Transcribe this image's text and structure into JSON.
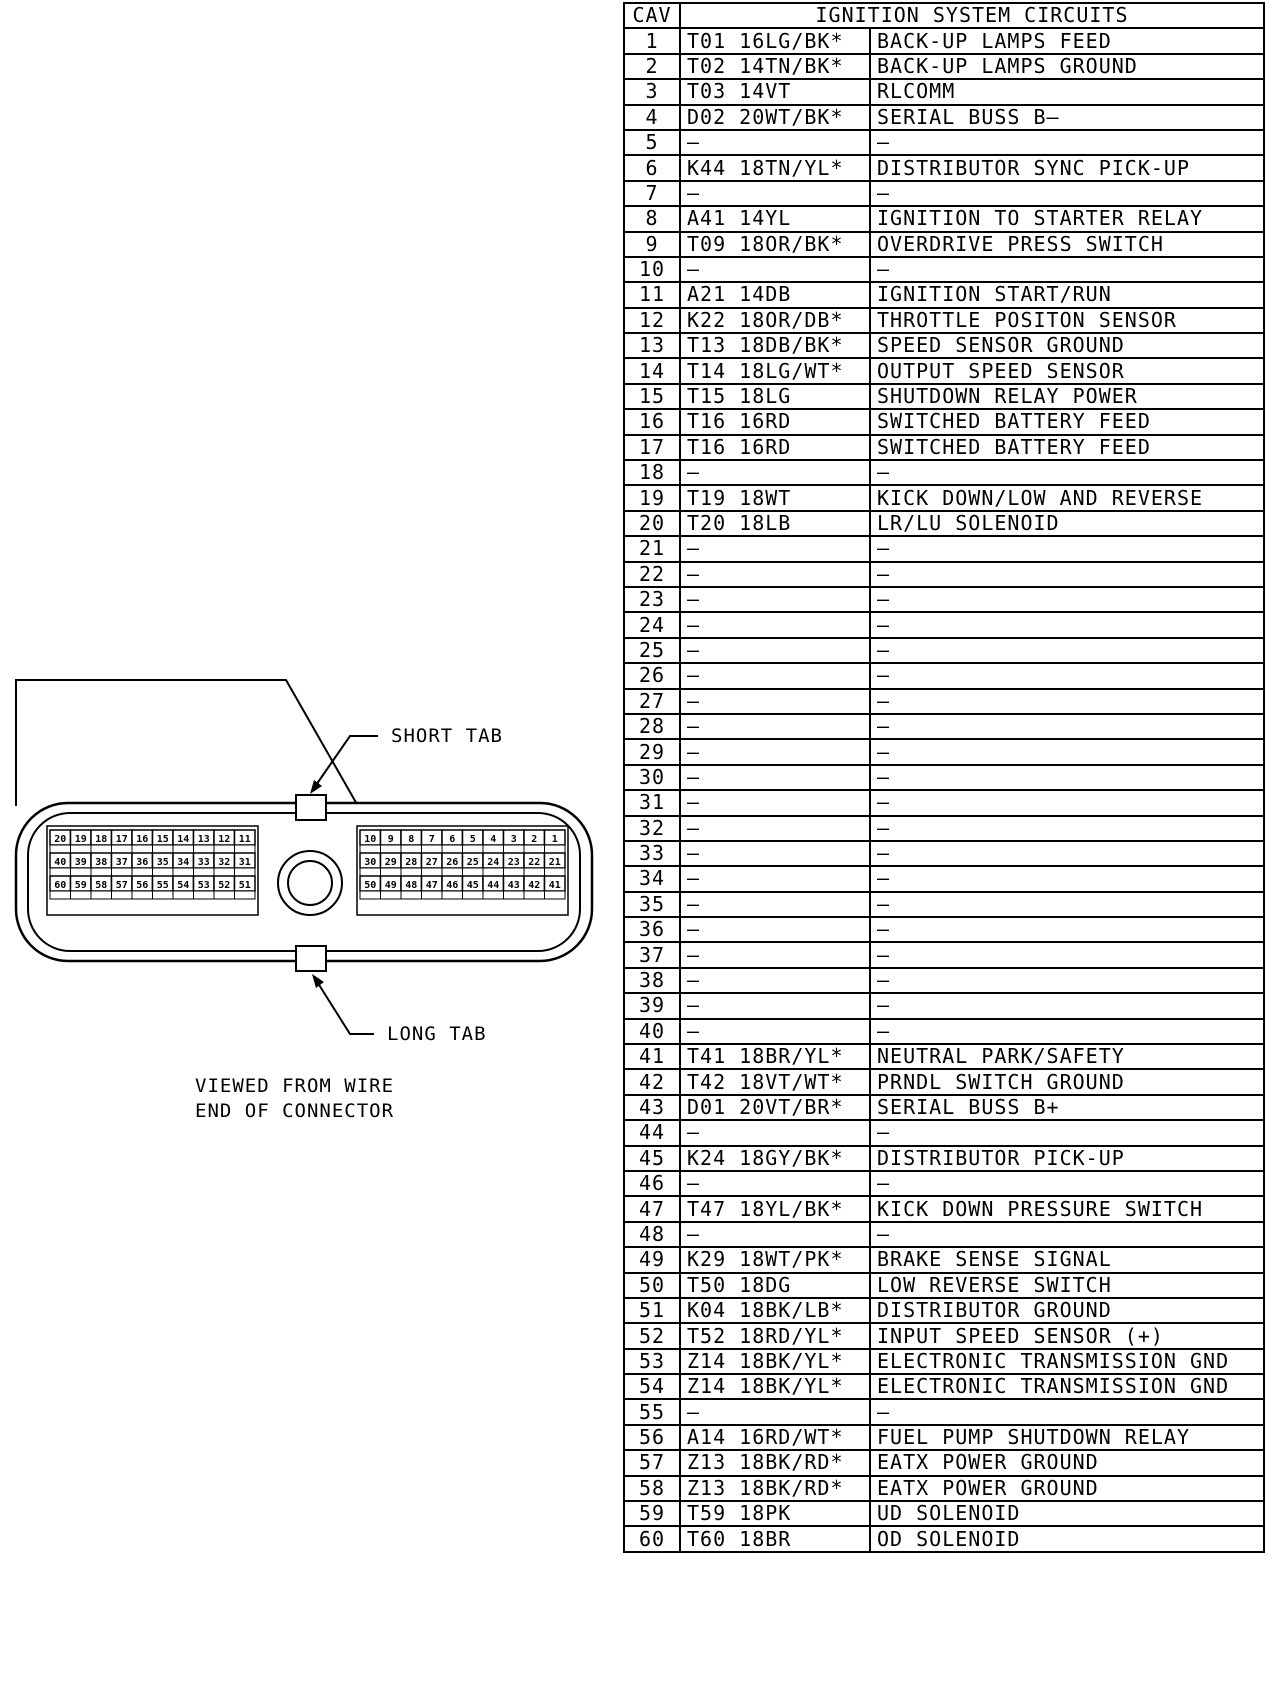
{
  "connector": {
    "short_tab_label": "SHORT TAB",
    "long_tab_label": "LONG TAB",
    "view_note": [
      "VIEWED FROM WIRE",
      "END OF CONNECTOR"
    ],
    "left_rows": [
      [
        "20",
        "19",
        "18",
        "17",
        "16",
        "15",
        "14",
        "13",
        "12",
        "11"
      ],
      [
        "40",
        "39",
        "38",
        "37",
        "36",
        "35",
        "34",
        "33",
        "32",
        "31"
      ],
      [
        "60",
        "59",
        "58",
        "57",
        "56",
        "55",
        "54",
        "53",
        "52",
        "51"
      ]
    ],
    "right_rows": [
      [
        "10",
        "9",
        "8",
        "7",
        "6",
        "5",
        "4",
        "3",
        "2",
        "1"
      ],
      [
        "30",
        "29",
        "28",
        "27",
        "26",
        "25",
        "24",
        "23",
        "22",
        "21"
      ],
      [
        "50",
        "49",
        "48",
        "47",
        "46",
        "45",
        "44",
        "43",
        "42",
        "41"
      ]
    ]
  },
  "table": {
    "header_cav": "CAV",
    "header_title": "IGNITION SYSTEM CIRCUITS",
    "rows": [
      {
        "cav": "1",
        "wire": "T01  16LG/BK*",
        "func": "BACK-UP LAMPS FEED"
      },
      {
        "cav": "2",
        "wire": "T02  14TN/BK*",
        "func": "BACK-UP LAMPS GROUND"
      },
      {
        "cav": "3",
        "wire": "T03  14VT",
        "func": "RLCOMM"
      },
      {
        "cav": "4",
        "wire": "D02  20WT/BK*",
        "func": "SERIAL BUSS B—"
      },
      {
        "cav": "5",
        "wire": "—",
        "func": "—"
      },
      {
        "cav": "6",
        "wire": "K44  18TN/YL*",
        "func": "DISTRIBUTOR SYNC PICK-UP"
      },
      {
        "cav": "7",
        "wire": "—",
        "func": "—"
      },
      {
        "cav": "8",
        "wire": "A41  14YL",
        "func": "IGNITION TO STARTER RELAY"
      },
      {
        "cav": "9",
        "wire": "T09  18OR/BK*",
        "func": "OVERDRIVE PRESS SWITCH"
      },
      {
        "cav": "10",
        "wire": "—",
        "func": "—"
      },
      {
        "cav": "11",
        "wire": "A21  14DB",
        "func": "IGNITION START/RUN"
      },
      {
        "cav": "12",
        "wire": "K22  18OR/DB*",
        "func": "THROTTLE POSITON SENSOR"
      },
      {
        "cav": "13",
        "wire": "T13  18DB/BK*",
        "func": "SPEED SENSOR GROUND"
      },
      {
        "cav": "14",
        "wire": "T14  18LG/WT*",
        "func": "OUTPUT SPEED SENSOR"
      },
      {
        "cav": "15",
        "wire": "T15  18LG",
        "func": "SHUTDOWN RELAY POWER"
      },
      {
        "cav": "16",
        "wire": "T16  16RD",
        "func": "SWITCHED BATTERY FEED"
      },
      {
        "cav": "17",
        "wire": "T16  16RD",
        "func": "SWITCHED BATTERY FEED"
      },
      {
        "cav": "18",
        "wire": "—",
        "func": "—"
      },
      {
        "cav": "19",
        "wire": "T19  18WT",
        "func": "KICK DOWN/LOW AND REVERSE"
      },
      {
        "cav": "20",
        "wire": "T20  18LB",
        "func": "LR/LU SOLENOID"
      },
      {
        "cav": "21",
        "wire": "—",
        "func": "—"
      },
      {
        "cav": "22",
        "wire": "—",
        "func": "—"
      },
      {
        "cav": "23",
        "wire": "—",
        "func": "—"
      },
      {
        "cav": "24",
        "wire": "—",
        "func": "—"
      },
      {
        "cav": "25",
        "wire": "—",
        "func": "—"
      },
      {
        "cav": "26",
        "wire": "—",
        "func": "—"
      },
      {
        "cav": "27",
        "wire": "—",
        "func": "—"
      },
      {
        "cav": "28",
        "wire": "—",
        "func": "—"
      },
      {
        "cav": "29",
        "wire": "—",
        "func": "—"
      },
      {
        "cav": "30",
        "wire": "—",
        "func": "—"
      },
      {
        "cav": "31",
        "wire": "—",
        "func": "—"
      },
      {
        "cav": "32",
        "wire": "—",
        "func": "—"
      },
      {
        "cav": "33",
        "wire": "—",
        "func": "—"
      },
      {
        "cav": "34",
        "wire": "—",
        "func": "—"
      },
      {
        "cav": "35",
        "wire": "—",
        "func": "—"
      },
      {
        "cav": "36",
        "wire": "—",
        "func": "—"
      },
      {
        "cav": "37",
        "wire": "—",
        "func": "—"
      },
      {
        "cav": "38",
        "wire": "—",
        "func": "—"
      },
      {
        "cav": "39",
        "wire": "—",
        "func": "—"
      },
      {
        "cav": "40",
        "wire": "—",
        "func": "—"
      },
      {
        "cav": "41",
        "wire": "T41  18BR/YL*",
        "func": "NEUTRAL PARK/SAFETY"
      },
      {
        "cav": "42",
        "wire": "T42  18VT/WT*",
        "func": "PRNDL SWITCH GROUND"
      },
      {
        "cav": "43",
        "wire": "D01  20VT/BR*",
        "func": "SERIAL BUSS B+"
      },
      {
        "cav": "44",
        "wire": "—",
        "func": "—"
      },
      {
        "cav": "45",
        "wire": "K24  18GY/BK*",
        "func": "DISTRIBUTOR PICK-UP"
      },
      {
        "cav": "46",
        "wire": "—",
        "func": "—"
      },
      {
        "cav": "47",
        "wire": "T47  18YL/BK*",
        "func": "KICK DOWN PRESSURE SWITCH"
      },
      {
        "cav": "48",
        "wire": "—",
        "func": "—"
      },
      {
        "cav": "49",
        "wire": "K29  18WT/PK*",
        "func": "BRAKE SENSE SIGNAL"
      },
      {
        "cav": "50",
        "wire": "T50  18DG",
        "func": "LOW REVERSE SWITCH"
      },
      {
        "cav": "51",
        "wire": "K04  18BK/LB*",
        "func": "DISTRIBUTOR GROUND"
      },
      {
        "cav": "52",
        "wire": "T52  18RD/YL*",
        "func": "INPUT SPEED SENSOR (+)"
      },
      {
        "cav": "53",
        "wire": "Z14  18BK/YL*",
        "func": "ELECTRONIC TRANSMISSION GND"
      },
      {
        "cav": "54",
        "wire": "Z14  18BK/YL*",
        "func": "ELECTRONIC TRANSMISSION GND"
      },
      {
        "cav": "55",
        "wire": "—",
        "func": "—"
      },
      {
        "cav": "56",
        "wire": "A14  16RD/WT*",
        "func": "FUEL PUMP SHUTDOWN RELAY"
      },
      {
        "cav": "57",
        "wire": "Z13  18BK/RD*",
        "func": "EATX POWER GROUND"
      },
      {
        "cav": "58",
        "wire": "Z13  18BK/RD*",
        "func": "EATX POWER GROUND"
      },
      {
        "cav": "59",
        "wire": "T59  18PK",
        "func": "UD SOLENOID"
      },
      {
        "cav": "60",
        "wire": "T60  18BR",
        "func": "OD SOLENOID"
      }
    ]
  }
}
